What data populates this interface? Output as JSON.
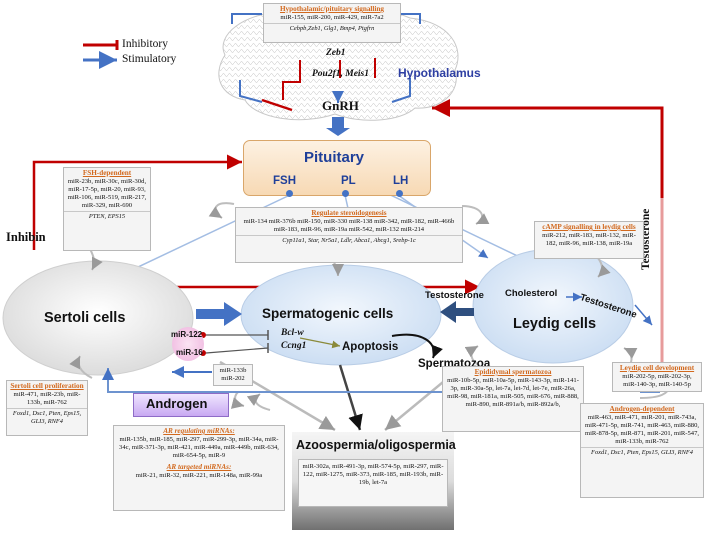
{
  "legend": {
    "inhibitory": "Inhibitory",
    "stimulatory": "Stimulatory",
    "colors": {
      "inhibitory": "#c00000",
      "stimulatory": "#4472c4"
    }
  },
  "hypothalamus": {
    "label": "Hypothalamus",
    "signalling_box": {
      "title": "Hypothalamic/pituitary signalling",
      "mirnas": "miR-155, miR-200, miR-429, miR-7a2",
      "genes": "Cebpb,Zeb1, Glg1, Bmp4, Ptgfrn"
    },
    "zeb1": "Zeb1",
    "pou": "Pou2f1, Meis1",
    "gnrh": "GnRH"
  },
  "pituitary": {
    "title": "Pituitary",
    "fsh": "FSH",
    "pl": "PL",
    "lh": "LH"
  },
  "inhibin": "Inhibin",
  "testosterone_side": "Testosterone",
  "fsh_dependent": {
    "title": "FSH-dependent",
    "mirnas": "miR-23b, miR-30c, miR-30d, miR-17-5p, miR-20, miR-93, miR-106, miR-519, miR-217, miR-329, miR-690",
    "genes": "PTEN, EPS15"
  },
  "steroidogenesis": {
    "title": "Regulate steroidogenesis",
    "mirnas": "miR-134 miR-376b miR-150, miR-330 miR-138 miR-342, miR-182, miR-466b miR-183, miR-96, miR-19a miR-542, miR-132 miR-214",
    "genes": "Cyp11a1, Star, Nr5a1, Ldlr, Abca1, Abcg1, Srebp-1c"
  },
  "camp": {
    "title": "cAMP signalling in leydig cells",
    "mirnas": "miR-212, miR-183, miR-132, miR-182, miR-96, miR-138, miR-19a"
  },
  "cells": {
    "sertoli": "Sertoli cells",
    "spermatogenic": "Spermatogenic cells",
    "leydig": "Leydig cells",
    "cholesterol": "Cholesterol",
    "testosterone_inner": "Testosterone",
    "testosterone_arrow": "Testosterone"
  },
  "mir122": "miR-122",
  "mir16": "miR-16",
  "bclw": "Bcl-w",
  "ccng1": "Ccng1",
  "apoptosis": "Apoptosis",
  "spermatozoa": "Spermatozoa",
  "mir133b_box": {
    "line1": "miR-133b",
    "line2": "miR-202"
  },
  "sertoli_prolif": {
    "title": "Sertoli cell proliferation",
    "mirnas": "miR-471, miR-23b, miR-133b, miR-762",
    "genes": "Foxd1, Dsc1, Pten, Eps15, GLI3, RNF4"
  },
  "androgen": "Androgen",
  "ar_box": {
    "title1": "AR regulating miRNAs:",
    "mirnas1": "miR-135b, miR-185, miR-297, miR-299-3p, miR-34a, miR-34c, miR-371-3p, miR-421, miR-449a, miR-449b, miR-634, miR-654-5p, miR-9",
    "title2": "AR targeted miRNAs:",
    "mirnas2": "miR-21, miR-32, miR-221, miR-148a, miR-99a"
  },
  "epididymal": {
    "title": "Epididymal spermatozoa",
    "mirnas": "miR-10b-5p, miR-10a-5p, miR-143-3p, miR-141-3p, miR-30a-5p, let-7a, let-7d, let-7e, miR-26a, miR-98, miR-181a, miR-505, miR-676, miR-888, miR-890, miR-891a/b, miR-892a/b,"
  },
  "leydig_dev": {
    "title": "Leydig cell development",
    "mirnas": "miR-202-5p, miR-202-3p, miR-140-3p, miR-140-5p"
  },
  "androgen_dep": {
    "title": "Androgen-dependent",
    "mirnas": "miR-463, miR-471, miR-201, miR-743a, miR-471-5p, miR-741, miR-463, miR-880, miR-878-5p, miR-871, miR-201, miR-547, miR-133b, miR-762",
    "genes": "Foxd1, Dsc1, Pten, Eps15, GLI3, RNF4"
  },
  "azoospermia": {
    "title": "Azoospermia/oligospermia",
    "mirnas": "miR-302a, miR-491-3p, miR-574-5p, miR-297, miR-122, miR-1275, miR-373, miR-185, miR-193b, miR-19b, let-7a"
  }
}
